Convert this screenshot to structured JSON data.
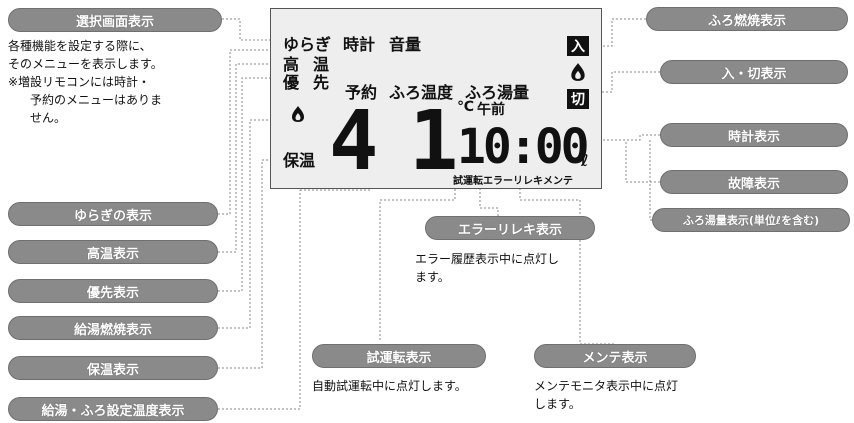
{
  "labels": {
    "select_screen": "選択画面表示",
    "bath_burn": "ふろ燃焼表示",
    "on_off": "入・切表示",
    "clock": "時計表示",
    "fault": "故障表示",
    "bath_volume": "ふろ湯量表示(単位ℓを含む)",
    "error_history": "エラーリレキ表示",
    "yuragi": "ゆらぎの表示",
    "high_temp": "高温表示",
    "priority": "優先表示",
    "hot_water_burn": "給湯燃焼表示",
    "keep_warm": "保温表示",
    "temp_setting": "給湯・ふろ設定温度表示",
    "test_run": "試運転表示",
    "maintenance": "メンテ表示"
  },
  "descriptions": {
    "select_screen": [
      "各種機能を設定する際に、",
      "そのメニューを表示します。",
      "※増設リモコンには時計・",
      "予約のメニューはありま",
      "せん。"
    ],
    "error_history": [
      "エラー履歴表示中に点灯し",
      "ます。"
    ],
    "test_run": [
      "自動試運転中に点灯します。"
    ],
    "maintenance": [
      "メンテモニタ表示中に点灯",
      "します。"
    ]
  },
  "lcd": {
    "yuragi": "ゆらぎ",
    "clock": "時計",
    "volume": "音量",
    "high": "高",
    "warm": "温",
    "yu": "優",
    "saki": "先",
    "reserve": "予約",
    "bath_temp": "ふろ温度",
    "bath_amount": "ふろ湯量",
    "keep_warm": "保温",
    "temp_digit_1": "4",
    "temp_digit_2": "1",
    "celsius": "℃",
    "am": "午前",
    "time": "10:00",
    "liter": "ℓ",
    "status_row": "試運転エラーリレキメンテ",
    "on_icon": "入",
    "off_icon": "切"
  },
  "colors": {
    "pill_bg": "#8a8a8a",
    "lcd_bg": "#eeeeee"
  }
}
